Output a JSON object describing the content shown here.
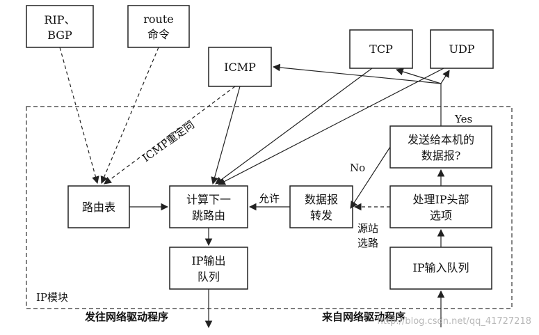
{
  "diagram": {
    "nodes": {
      "rip_bgp": [
        "RIP、",
        "BGP"
      ],
      "route_cmd": [
        "route",
        "命令"
      ],
      "icmp": [
        "ICMP"
      ],
      "tcp": [
        "TCP"
      ],
      "udp": [
        "UDP"
      ],
      "routing_table": [
        "路由表"
      ],
      "next_hop": [
        "计算下一",
        "跳路由"
      ],
      "datagram_forward": [
        "数据报",
        "转发"
      ],
      "for_local": [
        "发送给本机的",
        "数据报?"
      ],
      "process_header": [
        "处理IP头部",
        "选项"
      ],
      "ip_output_queue": [
        "IP输出",
        "队列"
      ],
      "ip_input_queue": [
        "IP输入队列"
      ]
    },
    "labels": {
      "icmp_redirect": "ICMP重定向",
      "yes": "Yes",
      "no": "No",
      "allow": "允许",
      "source_route": [
        "源站",
        "选路"
      ],
      "ip_module": "IP模块",
      "to_driver": "发往网络驱动程序",
      "from_driver": "来自网络驱动程序"
    },
    "watermark": "http://blog.csdn.net/qq_41727218",
    "colors": {
      "line": "#222222",
      "box_border": "#222222",
      "background": "#ffffff"
    }
  }
}
